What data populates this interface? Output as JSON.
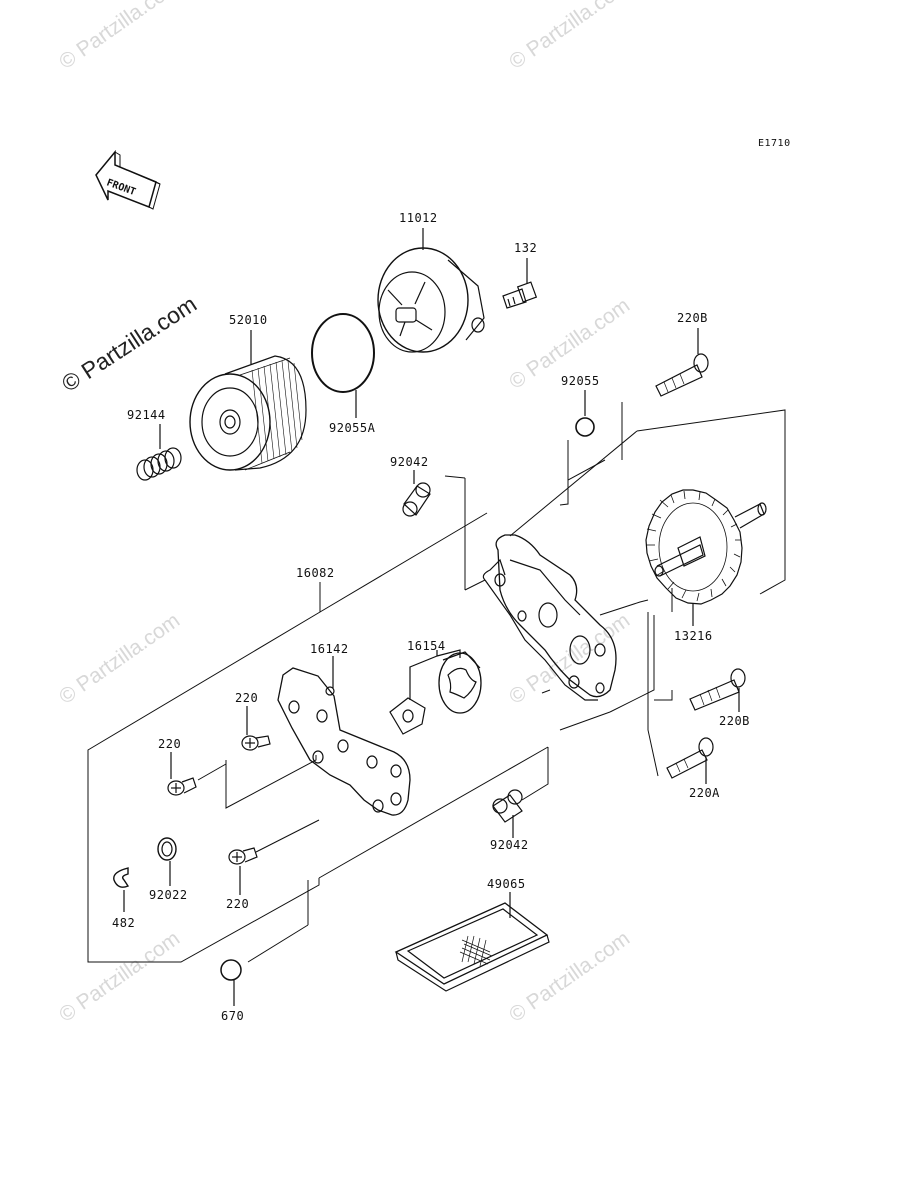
{
  "diagram_code": "E1710",
  "front_label": "FRONT",
  "watermark_main": "© Partzilla.com",
  "watermark_faint": "© Partzilla.com",
  "parts": {
    "p11012": "11012",
    "p132": "132",
    "p52010": "52010",
    "p220B_top": "220B",
    "p92055": "92055",
    "p92144": "92144",
    "p92055A": "92055A",
    "p92042_top": "92042",
    "p16082": "16082",
    "p13216": "13216",
    "p16154": "16154",
    "p16142": "16142",
    "p220_a": "220",
    "p220B_mid": "220B",
    "p220_b": "220",
    "p220A": "220A",
    "p92042_bottom": "92042",
    "p49065": "49065",
    "p92022": "92022",
    "p220_c": "220",
    "p482": "482",
    "p670": "670"
  }
}
